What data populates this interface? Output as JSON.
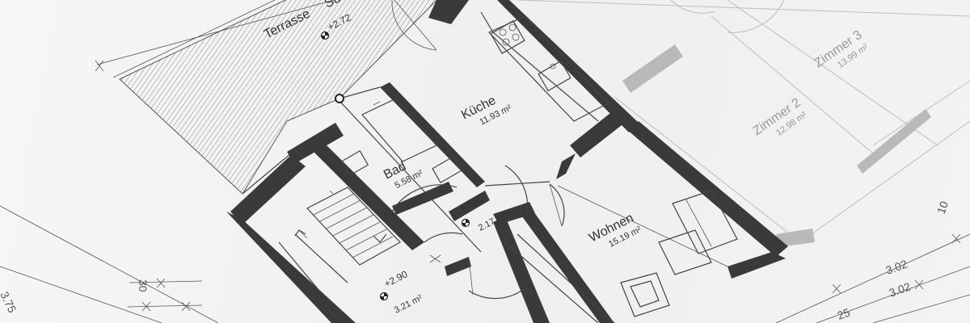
{
  "rooms": {
    "terrace": {
      "name": "Terrasse",
      "name_tail": "Sü",
      "level": "+2.72"
    },
    "kitchen": {
      "name": "Küche",
      "area": "11.93 m²"
    },
    "bath": {
      "name": "Bad",
      "area": "5.58 m²"
    },
    "hall": {
      "level": "+2.90",
      "area": "2.17 m²"
    },
    "stair": {
      "level": "+2.90",
      "area": "3.21 m²"
    },
    "living": {
      "name": "Wohnen",
      "area": "15.19 m²"
    },
    "room2": {
      "name": "Zimmer 2",
      "area": "12.98 m²"
    },
    "room3": {
      "name": "Zimmer 3",
      "area": "13.99 m²"
    }
  },
  "dimensions": {
    "d_375": "3.75",
    "d_30": "30",
    "d_25": "25",
    "d_302a": "3.02",
    "d_302b": "3.02",
    "d_10": "10"
  }
}
